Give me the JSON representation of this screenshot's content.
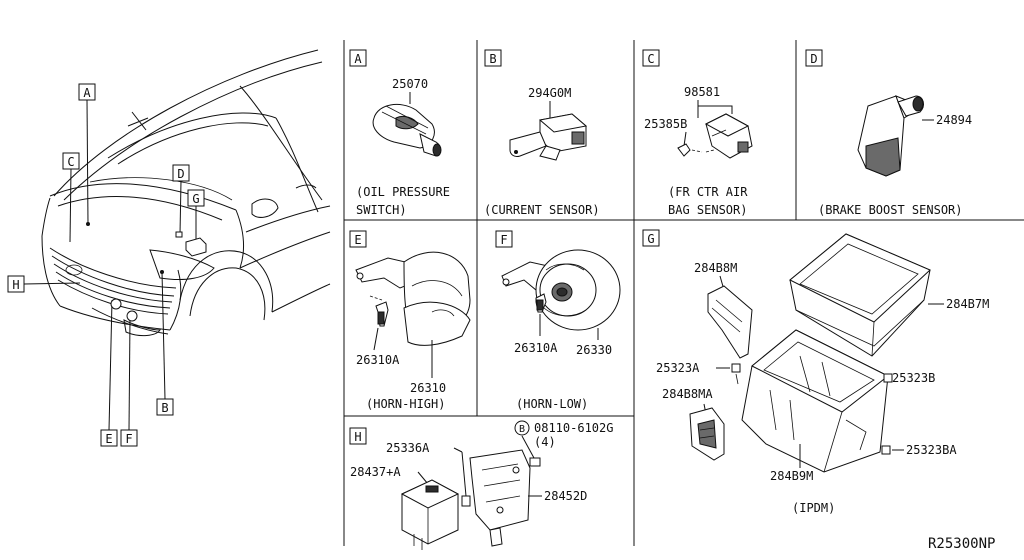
{
  "sections": {
    "A": {
      "letter": "A",
      "part_number": "25070",
      "caption_line1": "(OIL PRESSURE",
      "caption_line2": "SWITCH)"
    },
    "B": {
      "letter": "B",
      "part_number": "294G0M",
      "caption_line1": "(CURRENT SENSOR)"
    },
    "C": {
      "letter": "C",
      "part_number_1": "98581",
      "part_number_2": "25385B",
      "caption_line1": "(FR CTR AIR",
      "caption_line2": "BAG SENSOR)"
    },
    "D": {
      "letter": "D",
      "part_number": "24894",
      "caption_line1": "(BRAKE BOOST SENSOR)"
    },
    "E": {
      "letter": "E",
      "bolt_part_number": "26310A",
      "horn_part_number": "26310",
      "caption_line1": "(HORN-HIGH)"
    },
    "F": {
      "letter": "F",
      "bolt_part_number": "26310A",
      "horn_part_number": "26330",
      "caption_line1": "(HORN-LOW)"
    },
    "G": {
      "letter": "G",
      "part_numbers": [
        "284B8M",
        "284B7M",
        "25323A",
        "25323B",
        "284B8MA",
        "25323BA",
        "284B9M"
      ],
      "caption_line1": "(IPDM)"
    },
    "H": {
      "letter": "H",
      "part_numbers": [
        "25336A",
        "28437+A",
        "28452D"
      ],
      "fastener_symbol": "B",
      "fastener_number": "08110-6102G",
      "fastener_qty": "(4)"
    }
  },
  "vehicle_callouts": [
    "A",
    "C",
    "D",
    "G",
    "H",
    "E",
    "F",
    "B"
  ],
  "diagram_code": "R25300NP"
}
